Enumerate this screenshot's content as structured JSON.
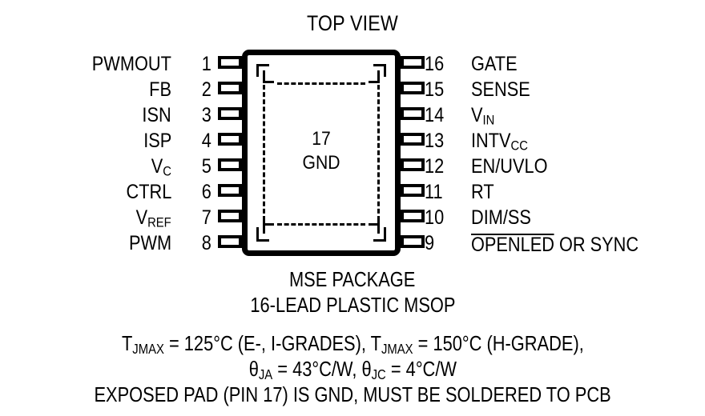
{
  "diagram": {
    "title": "TOP VIEW",
    "exposed_pad": {
      "number": "17",
      "label": "GND"
    },
    "pins_left": [
      {
        "num": "1",
        "name": "PWMOUT"
      },
      {
        "num": "2",
        "name": "FB"
      },
      {
        "num": "3",
        "name": "ISN"
      },
      {
        "num": "4",
        "name": "ISP"
      },
      {
        "num": "5",
        "name": "V",
        "sub": "C"
      },
      {
        "num": "6",
        "name": "CTRL"
      },
      {
        "num": "7",
        "name": "V",
        "sub": "REF"
      },
      {
        "num": "8",
        "name": "PWM"
      }
    ],
    "pins_right": [
      {
        "num": "16",
        "name": "GATE"
      },
      {
        "num": "15",
        "name": "SENSE"
      },
      {
        "num": "14",
        "name": "V",
        "sub": "IN"
      },
      {
        "num": "13",
        "name": "INTV",
        "sub": "CC"
      },
      {
        "num": "12",
        "name": "EN/UVLO"
      },
      {
        "num": "11",
        "name": "RT"
      },
      {
        "num": "10",
        "name": "DIM/SS"
      },
      {
        "num": "9",
        "name": "OPENLED",
        "overline": "OPENLED",
        "suffix": " OR SYNC"
      }
    ]
  },
  "caption": {
    "line1": "MSE PACKAGE",
    "line2": "16-LEAD PLASTIC MSOP",
    "line3_pre": "T",
    "line3_sub1": "JMAX",
    "line3_mid": " = 125°C (E-, I-GRADES), T",
    "line3_sub2": "JMAX",
    "line3_end": " = 150°C (H-GRADE),",
    "line4_pre": "θ",
    "line4_sub1": "JA",
    "line4_mid": " = 43°C/W, θ",
    "line4_sub2": "JC",
    "line4_end": " = 4°C/W",
    "line5": "EXPOSED PAD (PIN 17) IS GND, MUST BE SOLDERED TO PCB"
  },
  "colors": {
    "ink": "#000000",
    "paper": "#ffffff"
  }
}
